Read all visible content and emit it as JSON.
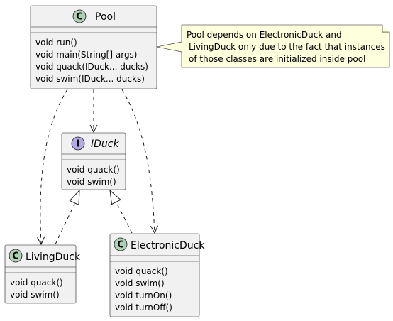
{
  "diagram": {
    "classes": {
      "pool": {
        "name": "Pool",
        "kind": "class",
        "stereotype_letter": "C",
        "methods": [
          "void run()",
          "void main(String[] args)",
          "void quack(IDuck... ducks)",
          "void swim(IDuck... ducks)"
        ]
      },
      "iduck": {
        "name": "IDuck",
        "kind": "interface",
        "stereotype_letter": "I",
        "methods": [
          "void quack()",
          "void swim()"
        ]
      },
      "living_duck": {
        "name": "LivingDuck",
        "kind": "class",
        "stereotype_letter": "C",
        "methods": [
          "void quack()",
          "void swim()"
        ]
      },
      "electronic_duck": {
        "name": "ElectronicDuck",
        "kind": "class",
        "stereotype_letter": "C",
        "methods": [
          "void quack()",
          "void swim()",
          "void turnOn()",
          "void turnOff()"
        ]
      }
    },
    "note": {
      "lines": [
        "Pool depends on ElectronicDuck and",
        "LivingDuck only due to the fact that instances",
        "of those classes  are initialized inside pool"
      ]
    },
    "colors": {
      "box_fill": "#f1f1f1",
      "box_border": "#181818",
      "class_badge": "#add1b2",
      "interface_badge": "#b4a7e5",
      "note_fill": "#feffdd",
      "note_border": "#181818",
      "edge": "#181818"
    }
  }
}
